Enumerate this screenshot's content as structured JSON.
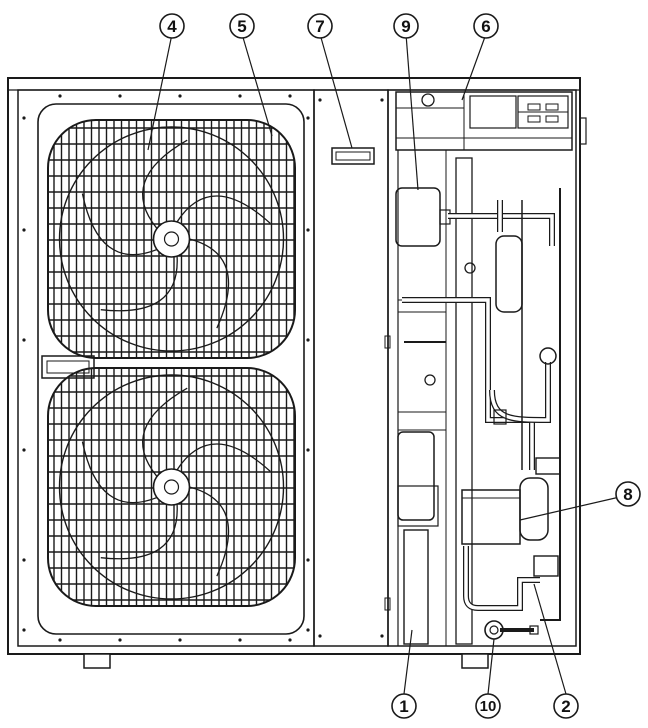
{
  "callouts": [
    {
      "id": "c4",
      "label": "4"
    },
    {
      "id": "c5",
      "label": "5"
    },
    {
      "id": "c7",
      "label": "7"
    },
    {
      "id": "c9",
      "label": "9"
    },
    {
      "id": "c6",
      "label": "6"
    },
    {
      "id": "c8",
      "label": "8"
    },
    {
      "id": "c1",
      "label": "1"
    },
    {
      "id": "c10",
      "label": "10"
    },
    {
      "id": "c2",
      "label": "2"
    }
  ]
}
